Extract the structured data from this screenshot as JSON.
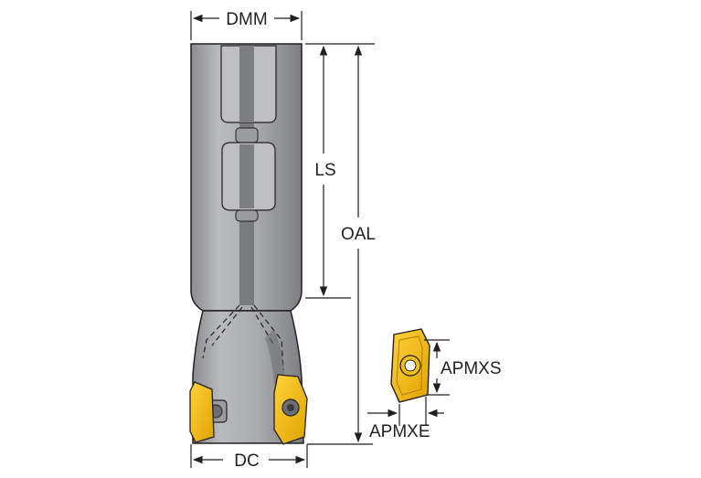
{
  "labels": {
    "shank_diameter": "DMM",
    "shank_length": "LS",
    "overall_length": "OAL",
    "cutting_diameter": "DC",
    "insert_edge_length": "APMXS",
    "insert_cutting_depth": "APMXE"
  },
  "colors": {
    "body": "#a7a9ac",
    "body_dark": "#6d6e71",
    "insert": "#f5b800",
    "insert_dark": "#b07d00",
    "outline": "#231f20",
    "line": "#231f20"
  }
}
